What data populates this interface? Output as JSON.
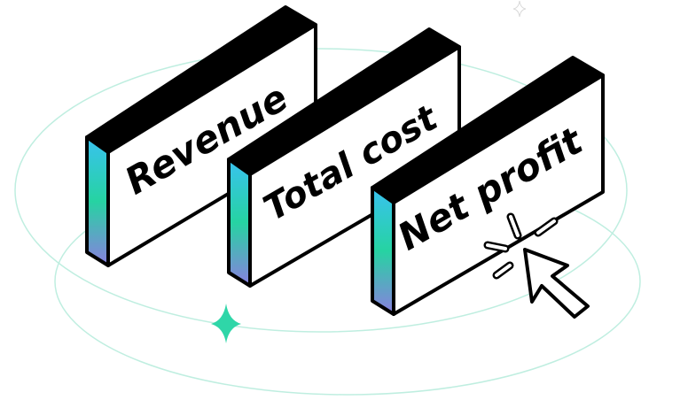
{
  "cards": [
    {
      "label": "Revenue"
    },
    {
      "label": "Total cost"
    },
    {
      "label": "Net profit"
    }
  ],
  "icons": {
    "cursor": "click-cursor-icon",
    "sparkle": "sparkle-icon"
  },
  "colors": {
    "outline": "#000000",
    "card_face": "#ffffff",
    "orbit": "#bfeee0",
    "sparkle": "#2fd6a8",
    "edge_top": "#39c2f0",
    "edge_mid": "#26d3a2",
    "edge_bottom": "#8a7fe0"
  }
}
